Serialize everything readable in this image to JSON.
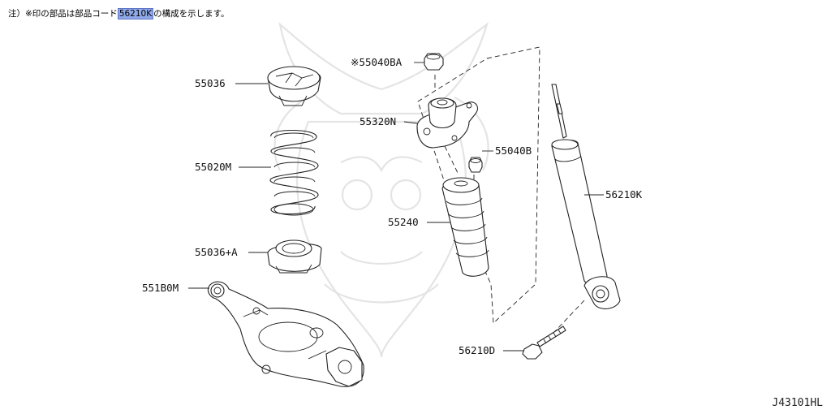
{
  "note": {
    "prefix": "注）※印の部品は部品コード",
    "code": "56210K",
    "suffix": "の構成を示します。"
  },
  "parts": [
    {
      "key": "upper_seat",
      "label": "55036"
    },
    {
      "key": "spring",
      "label": "55020M"
    },
    {
      "key": "lower_seat",
      "label": "55036+A"
    },
    {
      "key": "lower_arm",
      "label": "551B0M"
    },
    {
      "key": "mount_nut",
      "label": "※55040BA"
    },
    {
      "key": "mount",
      "label": "55320N"
    },
    {
      "key": "nut",
      "label": "55040B"
    },
    {
      "key": "bound_bumper",
      "label": "55240"
    },
    {
      "key": "absorber",
      "label": "56210K"
    },
    {
      "key": "bolt",
      "label": "56210D"
    }
  ],
  "diagram_code": "J43101HL",
  "colors": {
    "highlight": "#8fa8e8",
    "line": "#222222",
    "watermark": "#e4e4e4"
  }
}
